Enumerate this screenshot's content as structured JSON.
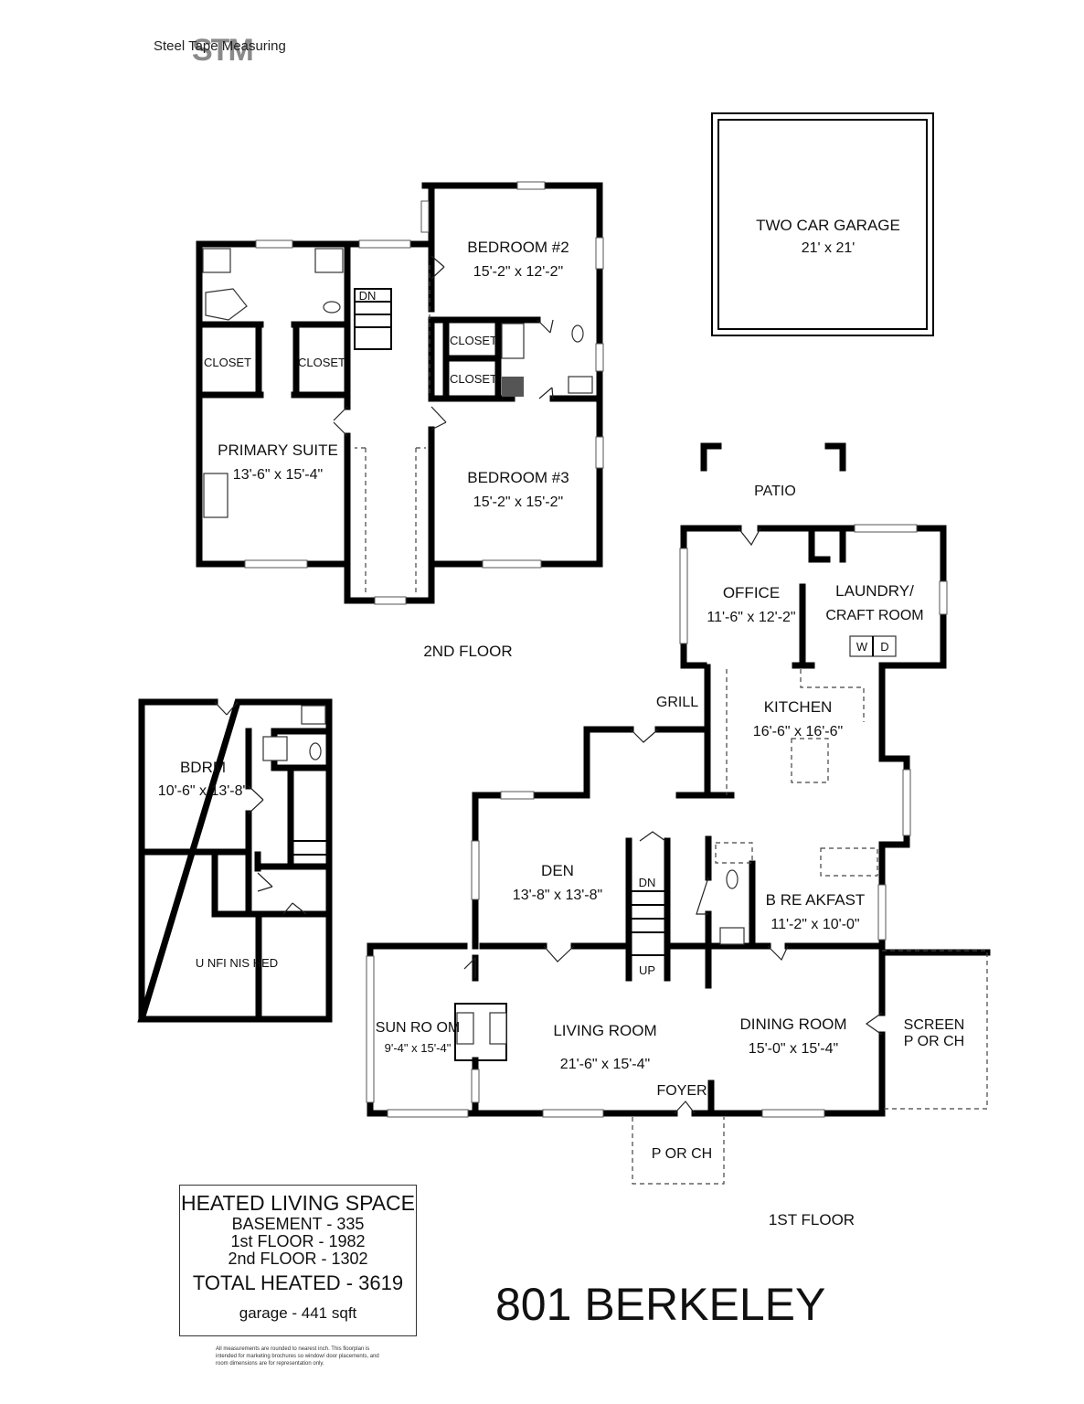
{
  "branding": {
    "logo_text": "Steel Tape Measuring",
    "logo_mark": "STM"
  },
  "floor_labels": {
    "second": "2ND FLOOR",
    "first": "1ST FLOOR"
  },
  "rooms": {
    "garage": {
      "name": "TWO CAR GARAGE",
      "dim": "21' x 21'"
    },
    "bedroom2": {
      "name": "BEDROOM #2",
      "dim": "15'-2\" x 12'-2\""
    },
    "bedroom3": {
      "name": "BEDROOM #3",
      "dim": "15'-2\" x 15'-2\""
    },
    "primary": {
      "name": "PRIMARY SUITE",
      "dim": "13'-6\" x 15'-4\""
    },
    "closet_a": "CLOSET",
    "closet_b": "CLOSET",
    "closet_c": "CLOSET",
    "closet_d": "CLOSET",
    "dn_upper": "DN",
    "patio": "PATIO",
    "office": {
      "name": "OFFICE",
      "dim": "11'-6\" x 12'-2\""
    },
    "laundry": {
      "name": "LAUNDRY/",
      "name2": "CRAFT ROOM",
      "w": "W",
      "d": "D"
    },
    "grill": "GRILL",
    "kitchen": {
      "name": "KITCHEN",
      "dim": "16'-6\" x 16'-6\""
    },
    "bdrm": {
      "name": "BDRM",
      "dim": "10'-6\" x 13'-8\""
    },
    "unfinished": "U NFI NIS HED",
    "den": {
      "name": "DEN",
      "dim": "13'-8\" x 13'-8\""
    },
    "dn_lower": "DN",
    "up_lower": "UP",
    "breakfast": {
      "name": "B RE AKFAST",
      "dim": "11'-2\" x 10'-0\""
    },
    "sunroom": {
      "name": "SUN RO OM",
      "dim": "9'-4\" x 15'-4\""
    },
    "living": {
      "name": "LIVING ROOM",
      "dim": "21'-6\" x 15'-4\""
    },
    "dining": {
      "name": "DINING ROOM",
      "dim": "15'-0\" x 15'-4\""
    },
    "screen_porch": {
      "name": "SCREEN",
      "name2": "P OR CH"
    },
    "foyer": "FOYER",
    "porch": "P OR CH"
  },
  "legend": {
    "heading": "HEATED LIVING SPACE",
    "basement": "BASEMENT - 335",
    "first": "1st FLOOR - 1982",
    "second": "2nd FLOOR - 1302",
    "total": "TOTAL HEATED - 3619",
    "garage": "garage - 441 sqft"
  },
  "disclaimer": "All measurements are rounded to nearest inch. This floorplan is intended for marketing brochures so window/ door placements, and room dimensions are for representation only.",
  "address": "801 BERKELEY"
}
